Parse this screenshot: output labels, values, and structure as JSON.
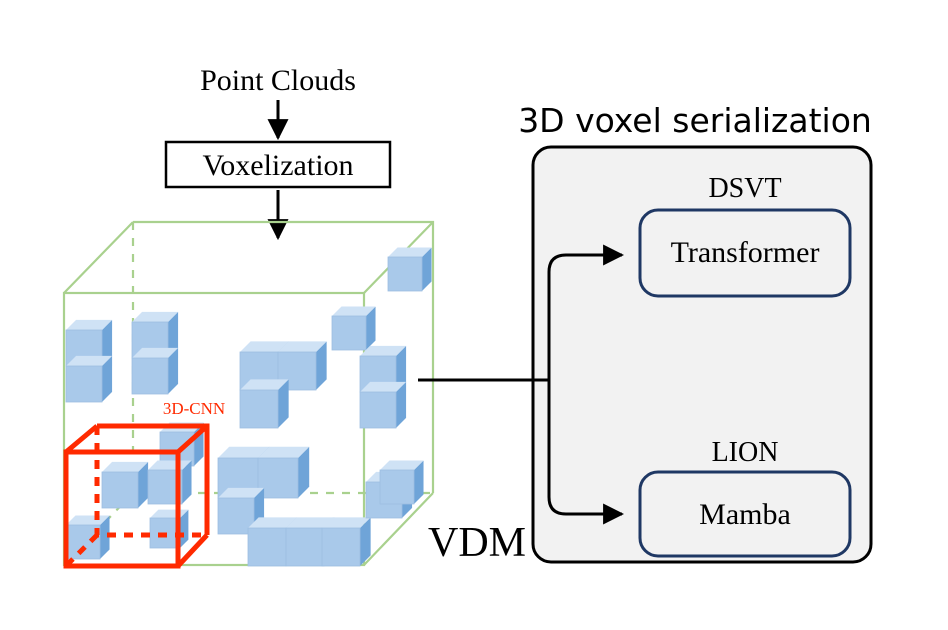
{
  "pipeline": {
    "input_label": "Point Clouds",
    "step_label": "Voxelization",
    "volume_label": "VDM",
    "cnn_label": "3D-CNN"
  },
  "serialization": {
    "title": "3D voxel serialization",
    "methods": [
      {
        "name": "DSVT",
        "block": "Transformer"
      },
      {
        "name": "LION",
        "block": "Mamba"
      }
    ]
  },
  "colors": {
    "voxel_front": "#a9c9ea",
    "voxel_side": "#6fa4d8",
    "voxel_top": "#cfe2f5",
    "grid_green": "#a9d18e",
    "cnn_red": "#ff2a00",
    "panel_fill": "#f2f2f2",
    "block_border": "#1f3864"
  }
}
